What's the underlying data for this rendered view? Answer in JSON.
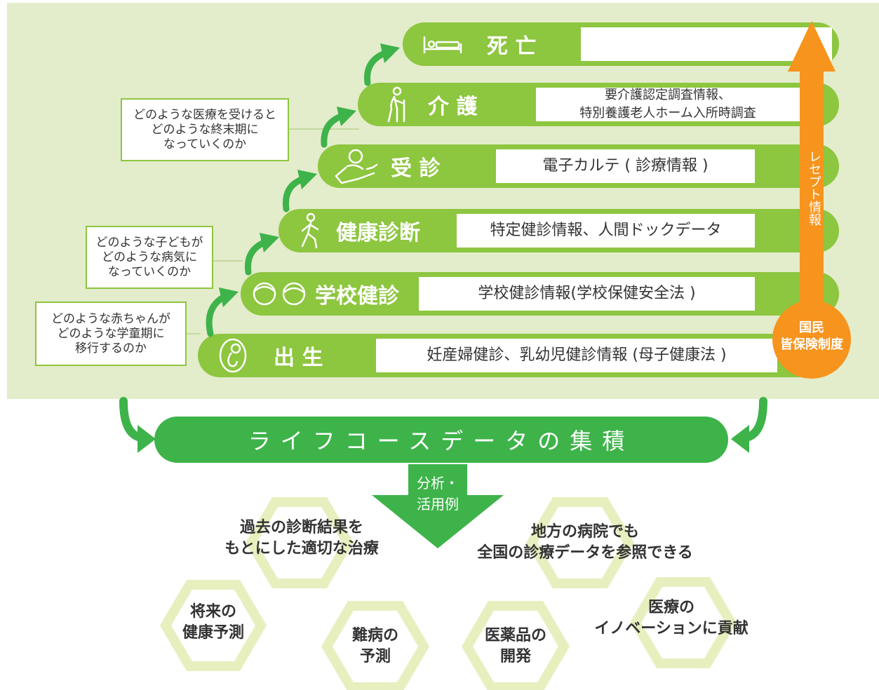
{
  "steps": [
    {
      "id": "death",
      "label": "死 亡",
      "detail": "",
      "icon": "bed-icon"
    },
    {
      "id": "care",
      "label": "介 護",
      "detail": "要介護認定調査情報、\n特別養護老人ホーム入所時調査",
      "icon": "elderly-cane-icon"
    },
    {
      "id": "consult",
      "label": "受 診",
      "detail": "電子カルテ ( 診療情報 )",
      "icon": "patient-doctor-icon"
    },
    {
      "id": "checkup",
      "label": "健康診断",
      "detail": "特定健診情報、人間ドックデータ",
      "icon": "walking-person-icon"
    },
    {
      "id": "school",
      "label": "学校健診",
      "detail": "学校健診情報(学校保健安全法 )",
      "icon": "children-faces-icon"
    },
    {
      "id": "birth",
      "label": "出 生",
      "detail": "妊産婦健診、乳幼児健診情報 (母子健康法 )",
      "icon": "fetus-icon"
    }
  ],
  "notes": {
    "note1": "どのような医療を受けると\nどのような終末期に\nなっていくのか",
    "note2": "どのような子どもが\nどのような病気に\nなっていくのか",
    "note3": "どのような赤ちゃんが\nどのような学童期に\n移行するのか"
  },
  "receipt_label": "レセプト情報",
  "insurance_label": "国民\n皆保険制度",
  "banner": "ライフコースデータの集積",
  "analysis_label": "分析・\n活用例",
  "uses": {
    "past": "過去の診断結果を\nもとにした適切な治療",
    "regional": "地方の病院でも\n全国の診療データを参照できる",
    "future": "将来の\n健康予測",
    "intractable": "難病の\n予測",
    "drug": "医薬品の\n開発",
    "innovation": "医療の\nイノベーションに貢献"
  },
  "colors": {
    "green": "#8dc63f",
    "dark_green": "#3eb34a",
    "orange": "#f7941d",
    "panel": "#e3eccb",
    "hex": "#e8efbf"
  }
}
